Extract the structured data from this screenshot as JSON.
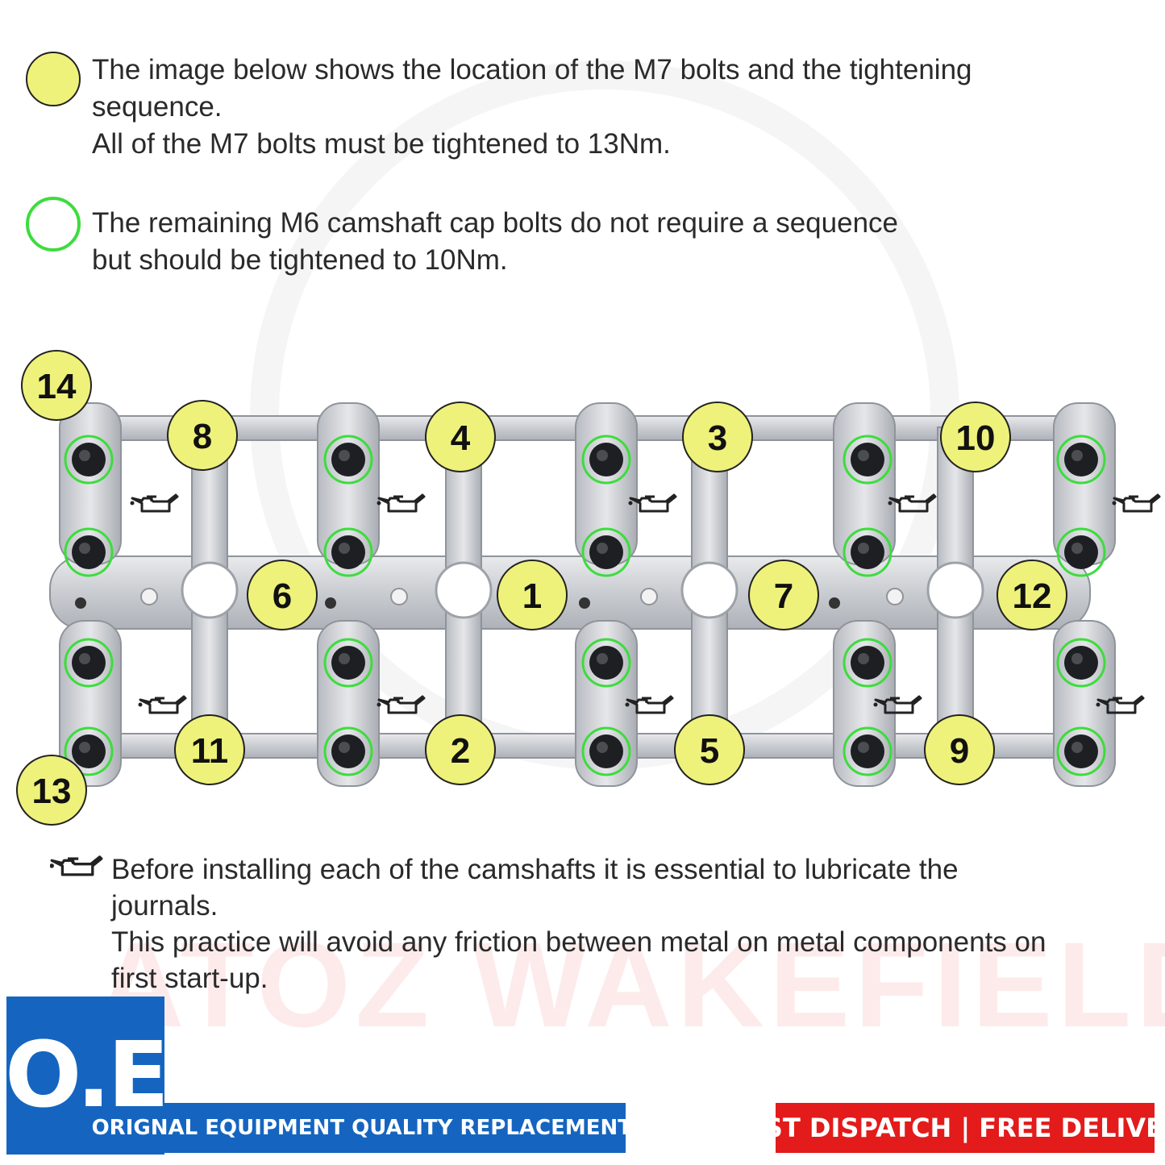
{
  "legend": {
    "m7": {
      "dot_fill": "#eef27a",
      "dot_stroke": "#222222",
      "text": "The image below shows the location of the M7 bolts and the tightening\nsequence.\nAll of the M7 bolts must be tightened to 13Nm."
    },
    "m6": {
      "dot_stroke": "#3ddc3d",
      "text": "The remaining M6 camshaft cap bolts do not require a sequence\nbut should be tightened to 10Nm."
    }
  },
  "sequence_labels": [
    "14",
    "8",
    "4",
    "3",
    "10",
    "6",
    "1",
    "7",
    "12",
    "11",
    "2",
    "5",
    "9",
    "13"
  ],
  "note": {
    "icon": "oil-can-icon",
    "text": "Before installing each of the camshafts it is essential to lubricate the\njournals.\nThis practice will avoid any friction between metal on metal components on\nfirst start-up."
  },
  "watermark": {
    "text": "ATOZ WAKEFIELD"
  },
  "badge": {
    "logo_text": "O.E",
    "color": "#1565c0"
  },
  "banners": {
    "oe": "ORIGNAL EQUIPMENT QUALITY REPLACEMENT PART",
    "fast": "FAST DISPATCH | FREE DELIVERY",
    "fast_color": "#e31b1b"
  }
}
